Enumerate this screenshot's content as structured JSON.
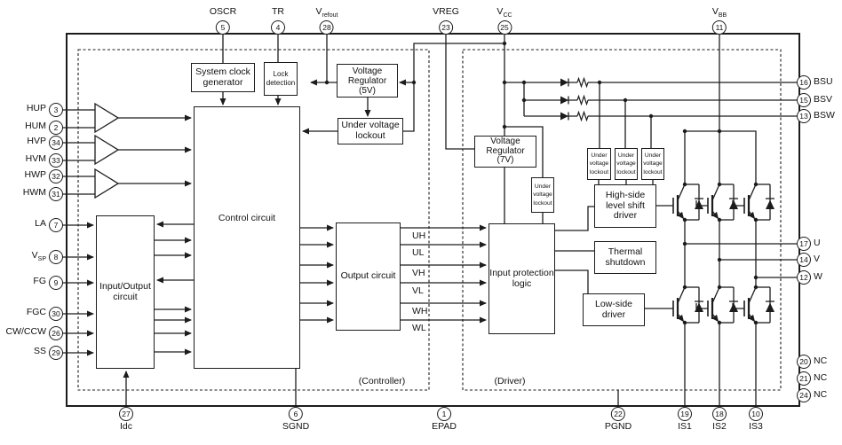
{
  "sections": {
    "controller_label": "(Controller)",
    "driver_label": "(Driver)"
  },
  "blocks": {
    "system_clock_generator": "System clock\ngenerator",
    "lock_detection": "Lock\ndetection",
    "voltage_regulator_5v": "Voltage\nRegulator\n(5V)",
    "under_voltage_lockout": "Under voltage\nlockout",
    "control_circuit": "Control circuit",
    "input_output_circuit": "Input/Output\ncircuit",
    "output_circuit": "Output circuit",
    "voltage_regulator_7v": "Voltage\nRegulator\n(7V)",
    "under_voltage_lockout_7v": "Under\nvoltage\nlockout",
    "uvl_bsu": "Under\nvoltage\nlockout",
    "uvl_bsv": "Under\nvoltage\nlockout",
    "uvl_bsw": "Under\nvoltage\nlockout",
    "high_side_driver": "High-side\nlevel shift\ndriver",
    "thermal_shutdown": "Thermal\nshutdown",
    "input_protection_logic": "Input protection\nlogic",
    "low_side_driver": "Low-side\ndriver"
  },
  "signals": [
    "UH",
    "UL",
    "VH",
    "VL",
    "WH",
    "WL"
  ],
  "pins": {
    "top": [
      {
        "name": "OSCR",
        "number": "5"
      },
      {
        "name": "TR",
        "number": "4"
      },
      {
        "name": "V",
        "sub": "refout",
        "number": "28"
      },
      {
        "name": "VREG",
        "number": "23"
      },
      {
        "name": "V",
        "sub": "CC",
        "number": "25"
      },
      {
        "name": "V",
        "sub": "BB",
        "number": "11"
      }
    ],
    "left": [
      {
        "name": "HUP",
        "number": "3"
      },
      {
        "name": "HUM",
        "number": "2"
      },
      {
        "name": "HVP",
        "number": "34"
      },
      {
        "name": "HVM",
        "number": "33"
      },
      {
        "name": "HWP",
        "number": "32"
      },
      {
        "name": "HWM",
        "number": "31"
      },
      {
        "name": "LA",
        "number": "7"
      },
      {
        "name": "V",
        "sub": "SP",
        "number": "8"
      },
      {
        "name": "FG",
        "number": "9"
      },
      {
        "name": "FGC",
        "number": "30"
      },
      {
        "name": "CW/CCW",
        "number": "26"
      },
      {
        "name": "SS",
        "number": "29"
      }
    ],
    "right": [
      {
        "number": "16",
        "name": "BSU"
      },
      {
        "number": "15",
        "name": "BSV"
      },
      {
        "number": "13",
        "name": "BSW"
      },
      {
        "number": "17",
        "name": "U"
      },
      {
        "number": "14",
        "name": "V"
      },
      {
        "number": "12",
        "name": "W"
      },
      {
        "number": "20",
        "name": "NC"
      },
      {
        "number": "21",
        "name": "NC"
      },
      {
        "number": "24",
        "name": "NC"
      }
    ],
    "bottom": [
      {
        "number": "27",
        "name": "Idc"
      },
      {
        "number": "6",
        "name": "SGND"
      },
      {
        "number": "1",
        "name": "EPAD"
      },
      {
        "number": "22",
        "name": "PGND"
      },
      {
        "number": "19",
        "name": "IS1"
      },
      {
        "number": "18",
        "name": "IS2"
      },
      {
        "number": "10",
        "name": "IS3"
      }
    ]
  },
  "colors": {
    "line": "#1c1c1c",
    "background": "#ffffff"
  }
}
